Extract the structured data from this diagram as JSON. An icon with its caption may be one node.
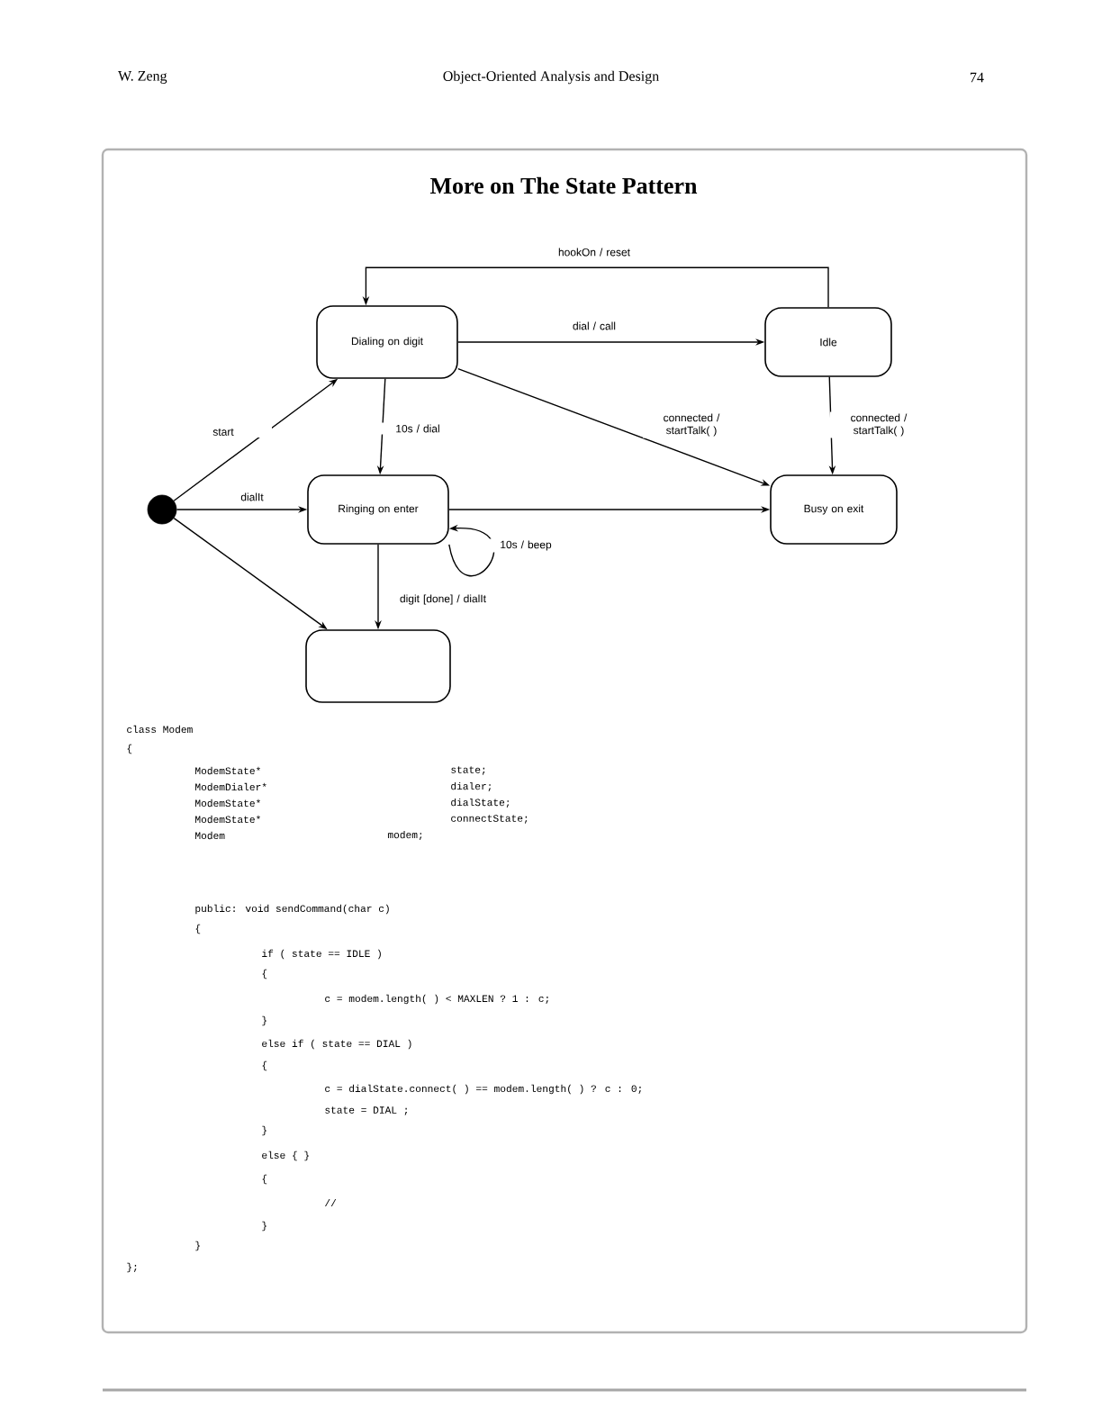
{
  "diagram": {
    "title": "More on The State Pattern",
    "nodes": [
      {
        "text": [],
        "shape": "circle"
      },
      {
        "text": [
          "Dialing on digit"
        ]
      },
      {
        "text": [
          "Idle"
        ]
      },
      {
        "text": [
          "Ringing on enter"
        ]
      },
      {
        "text": [
          "Busy on exit"
        ]
      },
      {
        "text": [],
        "shape": "box"
      }
    ],
    "edges": [
      {
        "from": 2,
        "to": 1,
        "arrow": "to",
        "label": "hookOn / reset"
      },
      {
        "from": 1,
        "to": 2,
        "arrow": "to",
        "label": "dial / call"
      },
      {
        "from": 0,
        "to": 1,
        "arrow": "to",
        "label": "start"
      },
      {
        "from": 0,
        "to": 3,
        "arrow": "to",
        "label": "dialIt"
      },
      {
        "from": 0,
        "to": 5,
        "arrow": "to"
      },
      {
        "from": 1,
        "to": 3,
        "arrow": "to",
        "label": "10s / dial"
      },
      {
        "from": 1,
        "to": 4,
        "arrow": "to",
        "label": "connected / startTalk( )"
      },
      {
        "from": 2,
        "to": 4,
        "arrow": "to",
        "label": "connected / startTalk( )"
      },
      {
        "from": 3,
        "to": 4,
        "arrow": "to"
      },
      {
        "from": 3,
        "to": 3,
        "arrow": "to",
        "label": "10s / beep"
      },
      {
        "from": 3,
        "to": 5,
        "arrow": "to",
        "label": "digit [done] / dialIt"
      }
    ],
    "labels": [
      "W. Zeng",
      "Object-Oriented Analysis and Design",
      "74",
      "class Modem",
      "{",
      "ModemState*",
      "state;",
      "ModemDialer*",
      "dialer;",
      "ModemState*",
      "dialState;",
      "ModemState*",
      "connectState;",
      "Modem",
      "modem;",
      "public: void sendCommand(char c)",
      "{",
      "if ( state == IDLE )",
      "{",
      "c = modem.length( ) < MAXLEN ? 1 : c;",
      "}",
      "else if ( state == DIAL )",
      "{",
      "c = dialState.connect( ) == modem.length( ) ? c : 0;",
      "state = DIAL ;",
      "}",
      "else { }",
      "{",
      "//",
      "}",
      "}",
      "};"
    ]
  }
}
